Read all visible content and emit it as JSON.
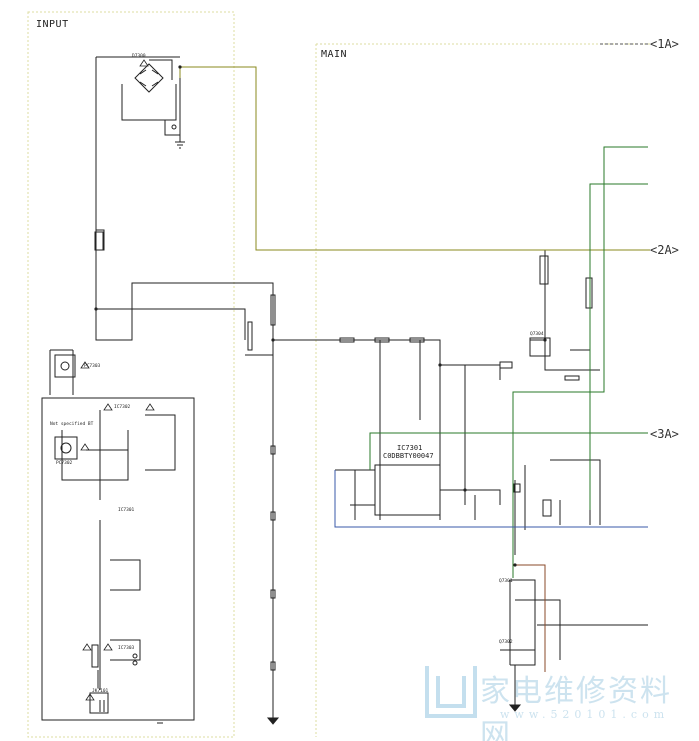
{
  "sections": {
    "input": "INPUT",
    "main": "MAIN"
  },
  "connectors": {
    "c1": "<1A>",
    "c2": "<2A>",
    "c3": "<3A>"
  },
  "ic": {
    "ref": "IC7301",
    "part": "C0DBBTY00047"
  },
  "parts": {
    "d7300": "D7300",
    "pc7303": "PC7303",
    "pc7302": "PC7302",
    "ic7302": "IC7302",
    "ic7301b": "IC7301",
    "ic7303": "IC7303",
    "jk7101": "JK7101",
    "q7304": "Q7304",
    "q7301": "Q7301",
    "q7302": "Q7302",
    "not_specified": "Not specified BT"
  },
  "watermark": {
    "cn": "家电维修资料网",
    "url": "www.520101.com"
  },
  "colors": {
    "wire": "#222222",
    "olive": "#8a8a1e",
    "green": "#2a7a2a",
    "blue": "#3a5aa8",
    "brown": "#8a4a2a",
    "frame": "#dcdca0"
  }
}
